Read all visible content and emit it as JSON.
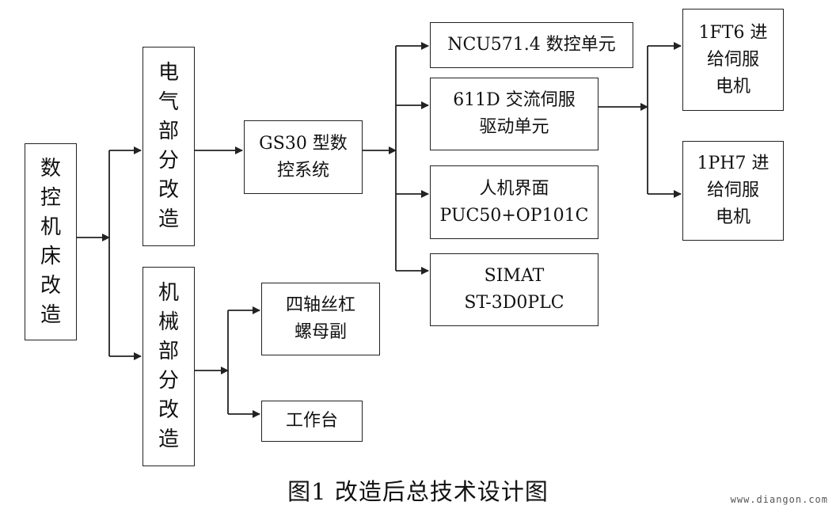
{
  "diagram": {
    "root": [
      "数",
      "控",
      "机",
      "床",
      "改",
      "造"
    ],
    "electrical": [
      "电",
      "气",
      "部",
      "分",
      "改",
      "造"
    ],
    "mechanical": [
      "机",
      "械",
      "部",
      "分",
      "改",
      "造"
    ],
    "gs30": [
      "GS30 型数",
      "控系统"
    ],
    "ncu": [
      "NCU571.4 数控单元"
    ],
    "servo_drive": [
      "611D 交流伺服",
      "驱动单元"
    ],
    "hmi": [
      "人机界面",
      "PUC50+OP101C"
    ],
    "plc": [
      "SIMAT",
      "ST-3D0PLC"
    ],
    "motor_1ft6": [
      "1FT6 进",
      "给伺服",
      "电机"
    ],
    "motor_1ph7": [
      "1PH7 进",
      "给伺服",
      "电机"
    ],
    "ballscrew": [
      "四轴丝杠",
      "螺母副"
    ],
    "worktable": [
      "工作台"
    ]
  },
  "caption": "图1 改造后总技术设计图",
  "watermark": "www.diangon.com"
}
